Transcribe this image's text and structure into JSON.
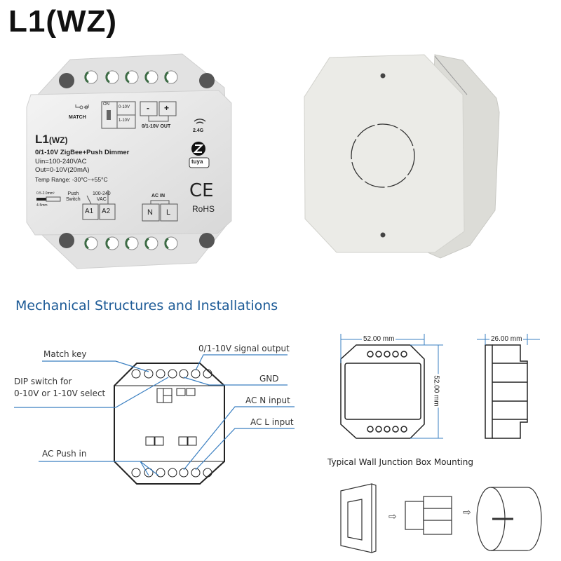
{
  "title": "L1(WZ)",
  "product_front": {
    "match_label": "MATCH",
    "dip_on": "ON",
    "dip_options": [
      "0-10V",
      "1-10V"
    ],
    "output_terminals": [
      "-",
      "+"
    ],
    "output_label": "0/1-10V OUT",
    "model": "L1",
    "model_suffix": "(WZ)",
    "description": "0/1-10V ZigBee+Push Dimmer",
    "uin": "Uin=100-240VAC",
    "out": "Out=0-10V(20mA)",
    "temp_range": "Temp Range: -30°C~+55°C",
    "wire_spec_top": "0.5-2.0mm²",
    "wire_spec_bottom": "4-5mm",
    "push_switch_label": [
      "Push",
      "Switch"
    ],
    "push_voltage_label": [
      "100-240",
      "VAC"
    ],
    "push_terminals": [
      "A1",
      "A2"
    ],
    "ac_in_label": "AC IN",
    "ac_terminals": [
      "N",
      "L"
    ],
    "wireless_label": "2.4G",
    "brand_badge": "tuya",
    "ce_mark": "CE",
    "rohs": "RoHS"
  },
  "section_title": "Mechanical Structures and Installations",
  "wiring_callouts": {
    "match_key": "Match key",
    "dip_switch_line1": "DIP switch for",
    "dip_switch_line2": "0-10V or 1-10V select",
    "ac_push_in": "AC Push in",
    "signal_output": "0/1-10V signal output",
    "gnd": "GND",
    "ac_n_input": "AC N input",
    "ac_l_input": "AC L input"
  },
  "dimensions": {
    "width": "52.00 mm",
    "height": "52.00 mm",
    "depth": "26.00 mm"
  },
  "mounting": {
    "title": "Typical Wall Junction Box Mounting",
    "arrow_symbol": "⇨"
  },
  "colors": {
    "title": "#111111",
    "section_title": "#1c5a96",
    "callout_line": "#3a7fc1",
    "device_body": "#ececec",
    "terminal_green": "#3d6b45"
  }
}
